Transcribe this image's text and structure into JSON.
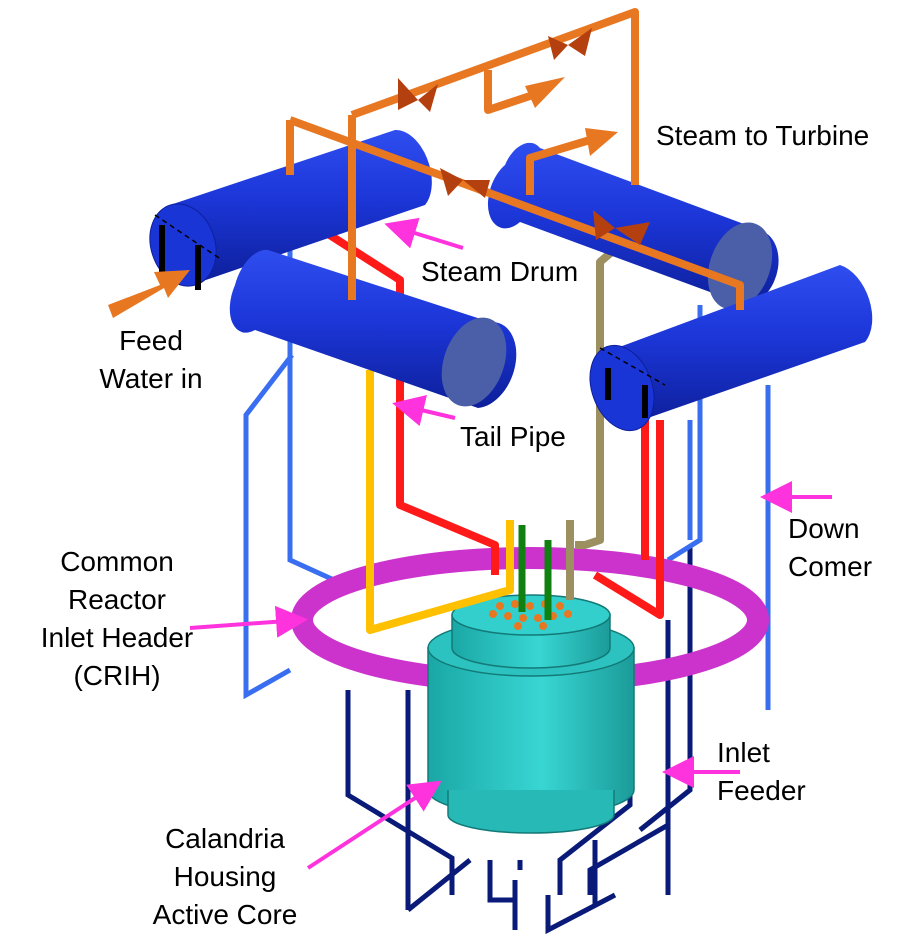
{
  "labels": {
    "steam_to_turbine": "Steam to Turbine",
    "steam_drum": "Steam Drum",
    "feed_water": [
      "Feed",
      "Water in"
    ],
    "tail_pipe": "Tail Pipe",
    "down_comer": [
      "Down",
      "Comer"
    ],
    "crih": [
      "Common",
      "Reactor",
      "Inlet Header",
      "(CRIH)"
    ],
    "inlet_feeder": [
      "Inlet",
      "Feeder"
    ],
    "calandria": [
      "Calandria",
      "Housing",
      "Active Core"
    ]
  },
  "colors": {
    "steam_pipe": "#e87722",
    "valve": "#b5400f",
    "drum": "#1a35d6",
    "drum_end": "#4a5fa8",
    "tail_pipe_red": "#ff1a1a",
    "tail_pipe_yellow": "#ffc000",
    "tail_pipe_tan": "#9c8f60",
    "fuel_green": "#108010",
    "down_comer": "#3a6ef0",
    "header_ring": "#cc33cc",
    "inlet_feeder": "#0a1a78",
    "calandria": "#2ecbc8",
    "pointer": "#ff33dd"
  }
}
